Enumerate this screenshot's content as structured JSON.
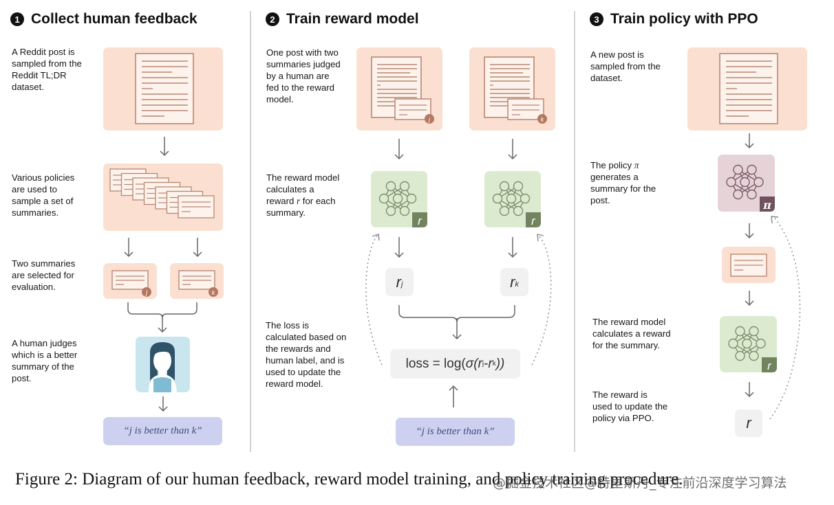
{
  "sections": [
    {
      "number": "1",
      "title": "Collect human feedback",
      "steps": [
        "A Reddit post is sampled from the Reddit TL;DR dataset.",
        "Various policies are used to sample a set of summaries.",
        "Two summaries are selected for evaluation.",
        "A human judges which is a better summary of the post."
      ],
      "summary_badges": [
        "j",
        "k"
      ],
      "human_label": "“j is better than k”"
    },
    {
      "number": "2",
      "title": "Train reward model",
      "steps": {
        "input": "One post with two summaries judged by a human are fed to the reward model.",
        "reward_pre": "The reward model calculates a reward ",
        "reward_var": "r",
        "reward_post": " for each summary.",
        "loss": "The loss is calculated based on the rewards and human label, and is used to update the reward model."
      },
      "summary_badges": [
        "j",
        "k"
      ],
      "model_badge": "r",
      "reward_symbol": "r",
      "reward_subscripts": [
        "j",
        "k"
      ],
      "loss_formula": {
        "prefix": "loss = log(",
        "sigma": "σ",
        "open": "(",
        "r": "r",
        "sub_j": "j",
        "minus": " - ",
        "sub_k": "k",
        "close": "))"
      },
      "human_label": "“j is better than k”"
    },
    {
      "number": "3",
      "title": "Train policy with PPO",
      "steps": {
        "new_post": "A new post is sampled from the dataset.",
        "policy_pre": "The policy ",
        "policy_var": "π",
        "policy_post": " generates a summary for the post.",
        "reward": "The reward model calculates a reward for the summary.",
        "update": "The reward is used to update the policy via PPO."
      },
      "policy_badge": "π",
      "model_badge": "r",
      "reward_symbol": "r"
    }
  ],
  "caption": "Figure 2: Diagram of our human feedback, reward model training, and policy training procedure.",
  "watermark": "@掘金技术社区@特里斯丹_专注前沿深度学习算法",
  "colors": {
    "peach": "#fbe0d2",
    "doc_stroke": "#b98670",
    "badge_brown": "#b47860",
    "green": "#dcebd0",
    "green_badge": "#72845f",
    "net_green": "#7d8f6c",
    "mauve": "#e6d3d8",
    "mauve_badge": "#70515f",
    "net_mauve": "#7a5c68",
    "human_bg": "#c9e6ef",
    "hair": "#2f5368",
    "label_bg": "#cdd1ef",
    "label_text": "#3f4b82",
    "arrow": "#666666"
  }
}
